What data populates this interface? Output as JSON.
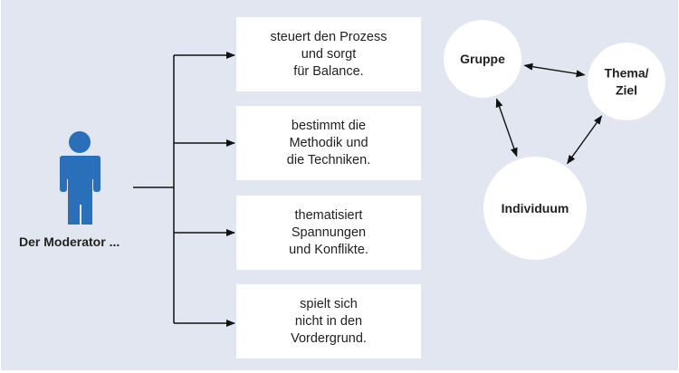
{
  "moderator": {
    "label": "Der Moderator ...",
    "icon": "person-icon",
    "color": "#2a6fba"
  },
  "roles": [
    {
      "text": "steuert den Prozess\nund sorgt\nfür Balance."
    },
    {
      "text": "bestimmt die\nMethodik und\ndie Techniken."
    },
    {
      "text": "thematisiert\nSpannungen\nund Konflikte."
    },
    {
      "text": "spielt sich\nnicht in den\nVordergrund."
    }
  ],
  "triangle": {
    "nodes": [
      {
        "id": "gruppe",
        "line1": "Gruppe",
        "line2": ""
      },
      {
        "id": "thema",
        "line1": "Thema/",
        "line2": "Ziel"
      },
      {
        "id": "individuum",
        "line1": "Individuum",
        "line2": ""
      }
    ],
    "edges": [
      [
        "gruppe",
        "thema"
      ],
      [
        "gruppe",
        "individuum"
      ],
      [
        "thema",
        "individuum"
      ]
    ]
  }
}
